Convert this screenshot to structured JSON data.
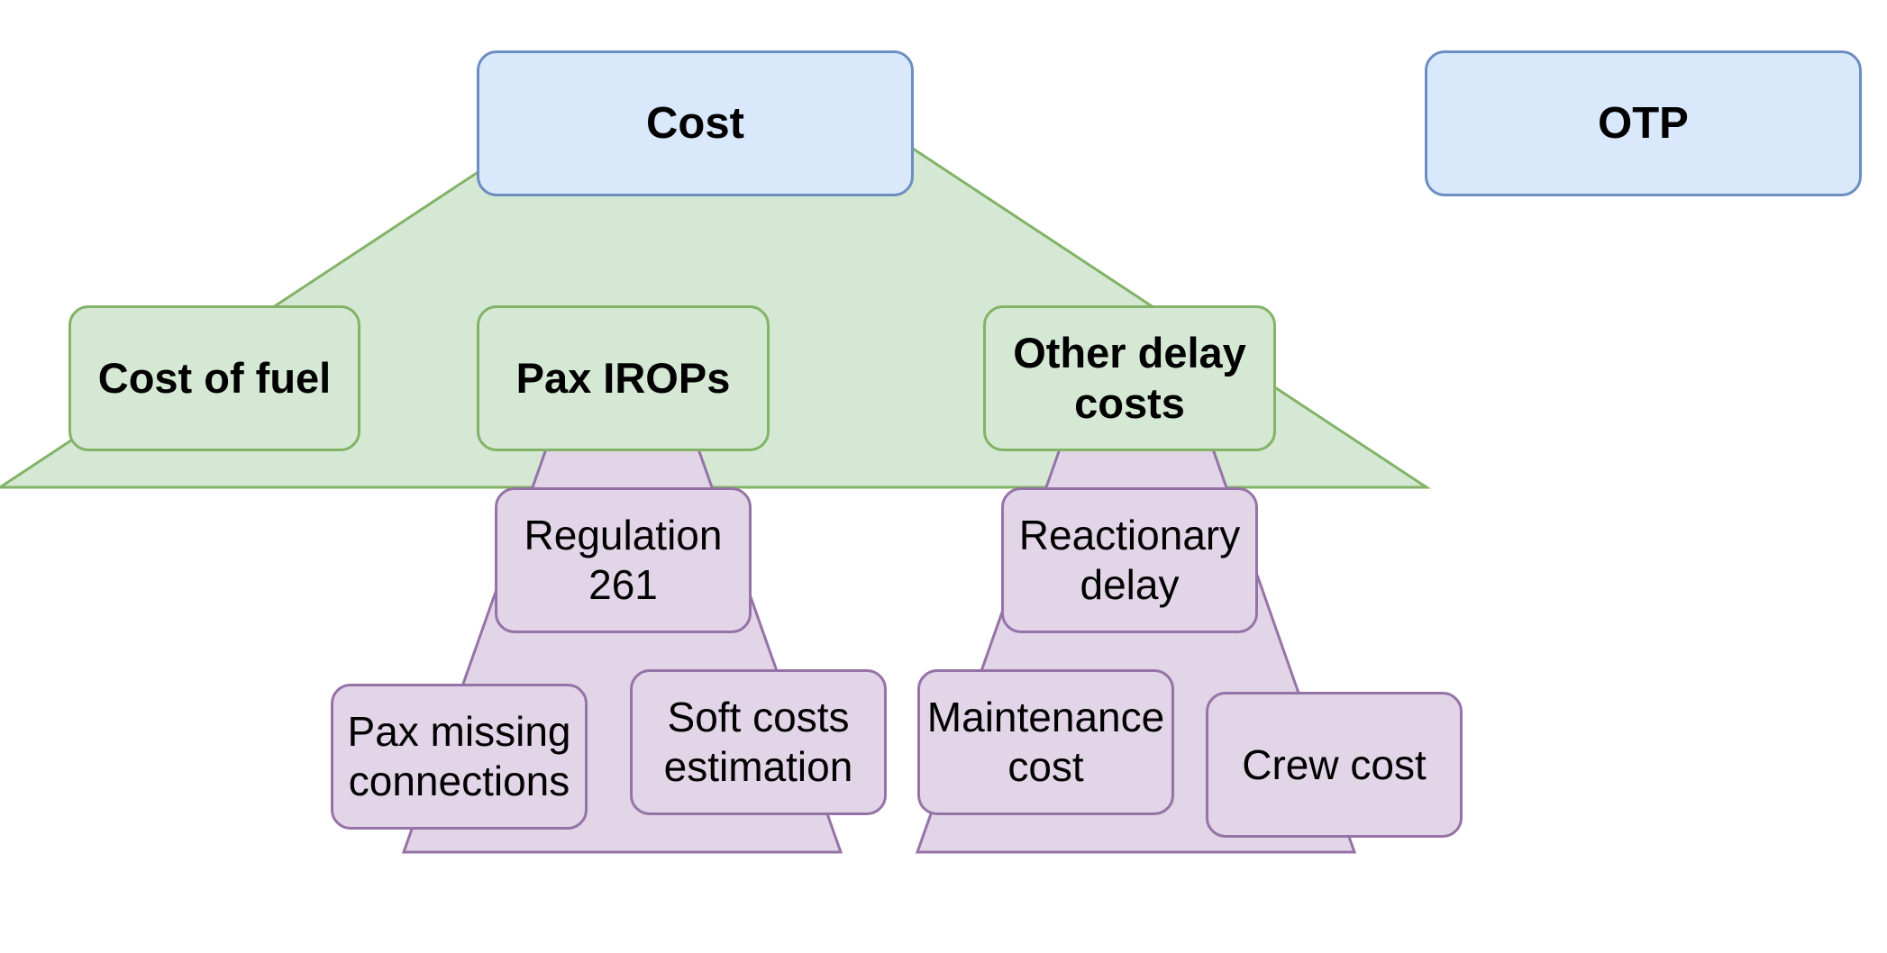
{
  "colors": {
    "blue_fill": "#dae8fc",
    "blue_stroke": "#6c8ebf",
    "green_fill": "#d5e8d4",
    "green_stroke": "#82b366",
    "purple_fill": "#e1d5e7",
    "purple_stroke": "#9673a6"
  },
  "nodes": {
    "cost": "Cost",
    "otp": "OTP",
    "cost_of_fuel": "Cost of fuel",
    "pax_irops": "Pax IROPs",
    "other_delay_costs": "Other delay\ncosts",
    "regulation_261": "Regulation\n261",
    "reactionary_delay": "Reactionary\ndelay",
    "pax_missing_connections": "Pax missing\nconnections",
    "soft_costs_estimation": "Soft costs\nestimation",
    "maintenance_cost": "Maintenance\ncost",
    "crew_cost": "Crew cost"
  }
}
